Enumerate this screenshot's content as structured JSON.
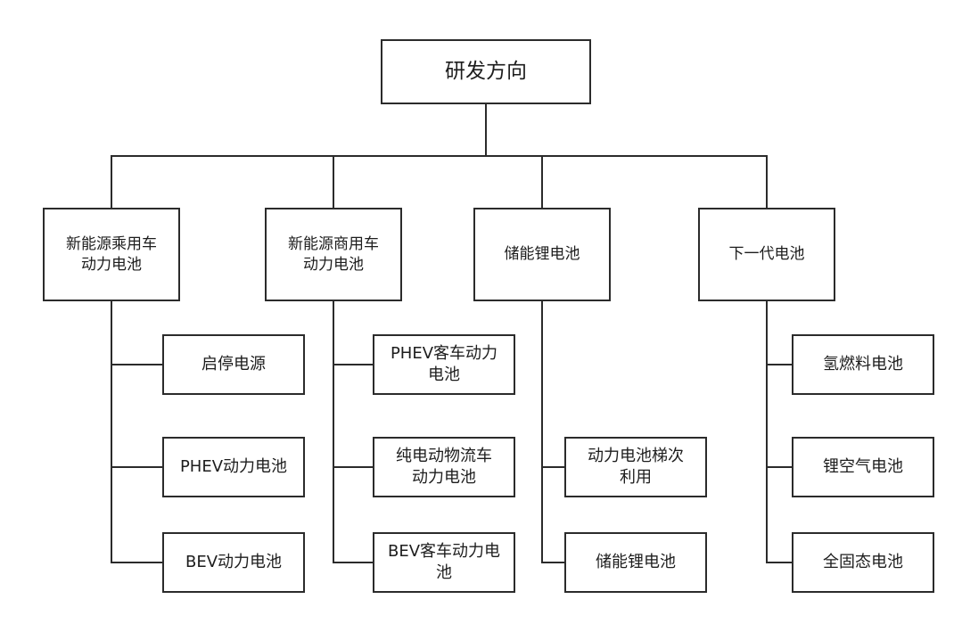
{
  "diagram": {
    "type": "organizational-tree",
    "title": "研发方向",
    "background_color": "#ffffff",
    "line_color": "#2b2b2b",
    "text_color": "#1d1d1d",
    "root": {
      "label": "研发方向"
    },
    "branches": [
      {
        "label": "新能源乘用车\n动力电池",
        "children": [
          {
            "label": "启停电源"
          },
          {
            "label": "PHEV动力电池"
          },
          {
            "label": "BEV动力电池"
          }
        ]
      },
      {
        "label": "新能源商用车\n动力电池",
        "children": [
          {
            "label": "PHEV客车动力\n电池"
          },
          {
            "label": "纯电动物流车\n动力电池"
          },
          {
            "label": "BEV客车动力电\n池"
          }
        ]
      },
      {
        "label": "储能锂电池",
        "children": [
          {
            "label": "动力电池梯次\n利用"
          },
          {
            "label": "储能锂电池"
          }
        ]
      },
      {
        "label": "下一代电池",
        "children": [
          {
            "label": "氢燃料电池"
          },
          {
            "label": "锂空气电池"
          },
          {
            "label": "全固态电池"
          }
        ]
      }
    ]
  }
}
